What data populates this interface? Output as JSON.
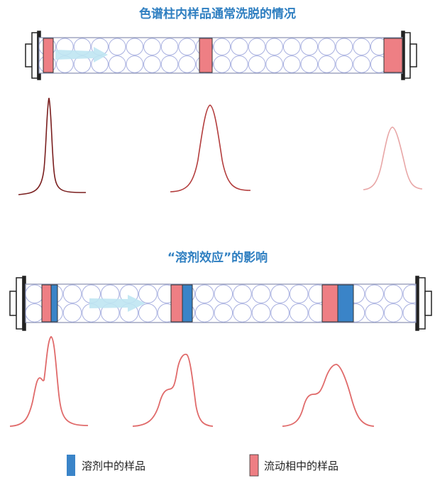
{
  "diagram": {
    "section1_title": "色谱柱内样品通常洗脱的情况",
    "section2_title": "“溶剂效应”的影响",
    "legend": {
      "solvent_sample": "溶剂中的样品",
      "mobile_phase_sample": "流动相中的样品"
    }
  },
  "colors": {
    "title": "#2f7fc1",
    "mobile_phase": "#ee7f84",
    "solvent": "#3a84c8",
    "bead": "#a8b0e0",
    "arrow": "#bfe6f2",
    "peak_dark": "#7a1f1f",
    "peak_mid": "#cc5a5a",
    "peak_light": "#eaaaaa"
  }
}
